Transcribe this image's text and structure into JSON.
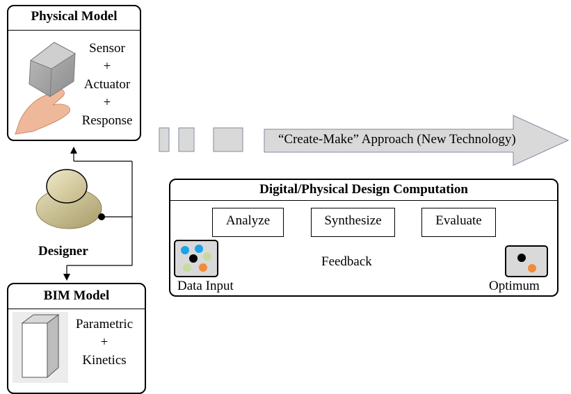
{
  "physical_model": {
    "title": "Physical Model",
    "lines": [
      "Sensor",
      "+",
      "Actuator",
      "+",
      "Response"
    ]
  },
  "designer": {
    "label": "Designer"
  },
  "bim_model": {
    "title": "BIM  Model",
    "lines": [
      "Parametric",
      "+",
      "Kinetics"
    ]
  },
  "approach": {
    "label": "“Create-Make”  Approach (New Technology)"
  },
  "computation": {
    "title": "Digital/Physical Design Computation",
    "steps": [
      "Analyze",
      "Synthesize",
      "Evaluate"
    ],
    "feedback": "Feedback",
    "input_label": "Data Input",
    "output_label": "Optimum"
  },
  "colors": {
    "dot_blue": "#1aa3e6",
    "dot_green": "#c5dba0",
    "dot_orange": "#f28a3a",
    "dot_black": "#000000",
    "square_fill": "#d9d9d9",
    "arrow_fill": "#d9d9d9",
    "head_fill": "#d9cf9f",
    "body_fill": "#b8ad7c"
  }
}
